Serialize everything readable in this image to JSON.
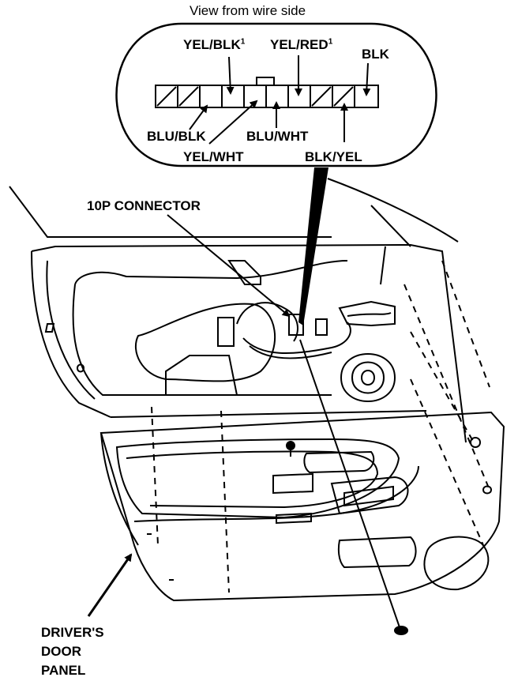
{
  "view_caption": "View from wire side",
  "connector": {
    "label": "10P CONNECTOR",
    "pins": {
      "yel_blk": {
        "text": "YEL/BLK",
        "note": "1"
      },
      "yel_red": {
        "text": "YEL/RED",
        "note": "1"
      },
      "blk": {
        "text": "BLK"
      },
      "blu_blk": {
        "text": "BLU/BLK"
      },
      "blu_wht": {
        "text": "BLU/WHT"
      },
      "yel_wht": {
        "text": "YEL/WHT"
      },
      "blk_yel": {
        "text": "BLK/YEL"
      }
    }
  },
  "panel_label": {
    "line1": "DRIVER'S",
    "line2": "DOOR",
    "line3": "PANEL"
  },
  "colors": {
    "ink": "#000000",
    "paper": "#ffffff"
  }
}
